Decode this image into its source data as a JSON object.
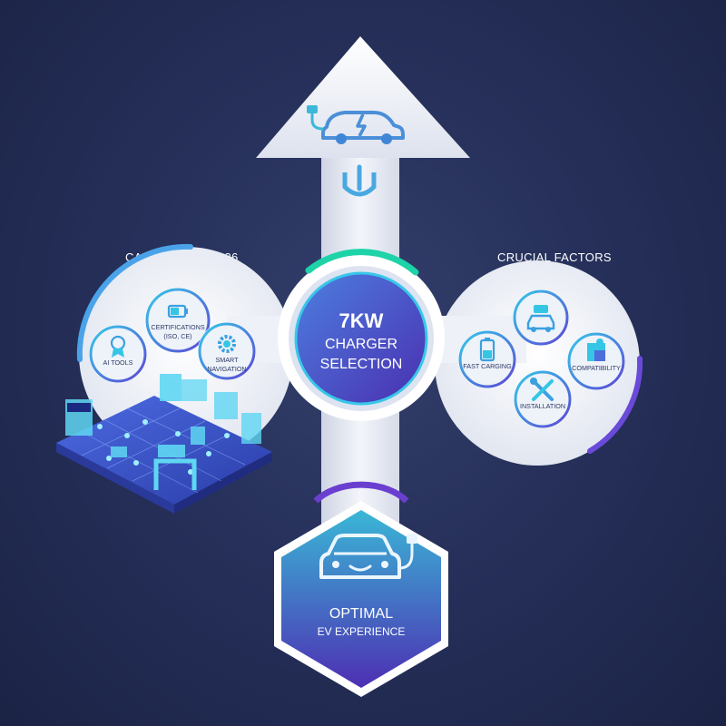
{
  "left_panel": {
    "title": "CANTON FAIR 2026",
    "items": [
      {
        "label_lines": [
          "CERTIFICATIONS",
          "(ISO, CE)"
        ],
        "icon": "battery-icon"
      },
      {
        "label_lines": [
          "AI TOOLS"
        ],
        "icon": "award-ribbon-icon"
      },
      {
        "label_lines": [
          "SMART",
          "NAVIGATION"
        ],
        "icon": "gear-icon"
      }
    ]
  },
  "right_panel": {
    "title": "CRUCIAL FACTORS",
    "items": [
      {
        "label_lines": [
          ""
        ],
        "icon": "car-repair-icon"
      },
      {
        "label_lines": [
          "FAST CARGING"
        ],
        "icon": "battery-charging-icon"
      },
      {
        "label_lines": [
          "COMPATIBILITY"
        ],
        "icon": "puzzle-icon"
      },
      {
        "label_lines": [
          "INSTALLATION"
        ],
        "icon": "tools-icon"
      }
    ]
  },
  "center": {
    "line1": "7KW",
    "line2": "CHARGER",
    "line3": "SELECTION"
  },
  "bottom": {
    "line1": "OPTIMAL",
    "line2": "EV EXPERIENCE"
  },
  "top_icons": [
    "electric-car-plug-icon",
    "charging-down-arrow-icon"
  ],
  "colors": {
    "accent_cyan": "#35c6e6",
    "accent_purple": "#6a4ad8",
    "accent_teal": "#1ed3a8",
    "background": "#26305a"
  }
}
